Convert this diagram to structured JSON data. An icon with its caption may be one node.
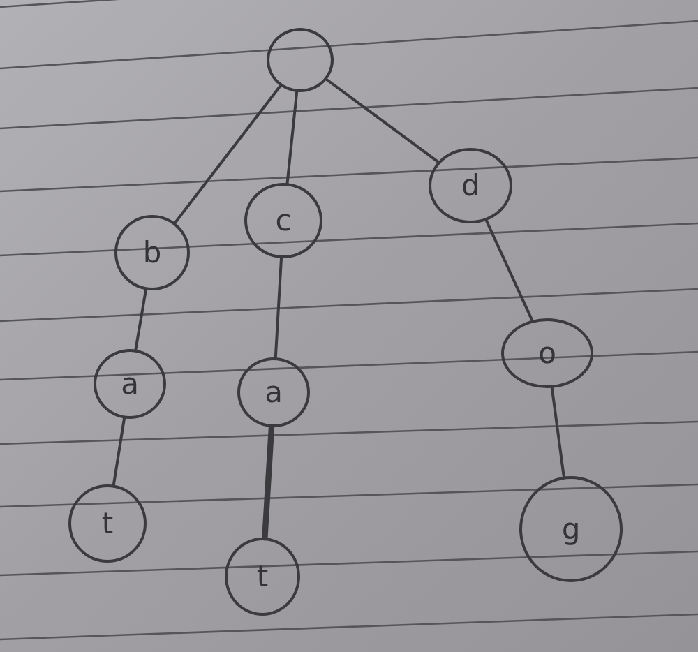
{
  "diagram": {
    "nodes": [
      {
        "text": [],
        "shape": "circle"
      },
      {
        "text": [
          "b"
        ]
      },
      {
        "text": [
          "c"
        ]
      },
      {
        "text": [
          "d"
        ]
      },
      {
        "text": [
          "a"
        ]
      },
      {
        "text": [
          "a"
        ]
      },
      {
        "text": [
          "o"
        ]
      },
      {
        "text": [
          "t"
        ]
      },
      {
        "text": [
          "t"
        ]
      },
      {
        "text": [
          "g"
        ]
      }
    ],
    "edges": [
      {
        "from": 0,
        "to": 1,
        "arrow": "none"
      },
      {
        "from": 0,
        "to": 2,
        "arrow": "none"
      },
      {
        "from": 0,
        "to": 3,
        "arrow": "none"
      },
      {
        "from": 1,
        "to": 4,
        "arrow": "none"
      },
      {
        "from": 2,
        "to": 5,
        "arrow": "none"
      },
      {
        "from": 3,
        "to": 6,
        "arrow": "none"
      },
      {
        "from": 4,
        "to": 7,
        "arrow": "none"
      },
      {
        "from": 5,
        "to": 8,
        "arrow": "none",
        "style": "thick"
      },
      {
        "from": 6,
        "to": 9,
        "arrow": "none"
      }
    ]
  }
}
